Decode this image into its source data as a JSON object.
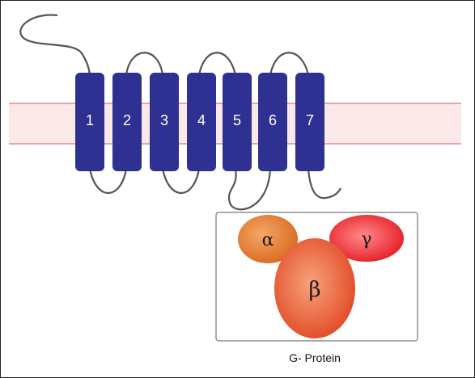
{
  "diagram": {
    "helices": [
      {
        "label": "1"
      },
      {
        "label": "2"
      },
      {
        "label": "3"
      },
      {
        "label": "4"
      },
      {
        "label": "5"
      },
      {
        "label": "6"
      },
      {
        "label": "7"
      }
    ],
    "g_protein": {
      "caption": "G- Protein",
      "subunits": [
        {
          "symbol": "α"
        },
        {
          "symbol": "β"
        },
        {
          "symbol": "γ"
        }
      ]
    },
    "colors": {
      "helix": "#2e3192",
      "membrane_fill": "#fbe9ea",
      "membrane_line": "#e8a6a8",
      "loop": "#555555",
      "alpha": "#e07a2a",
      "beta": "#e8502e",
      "gamma": "#e8202a",
      "box_border": "#777777"
    }
  }
}
